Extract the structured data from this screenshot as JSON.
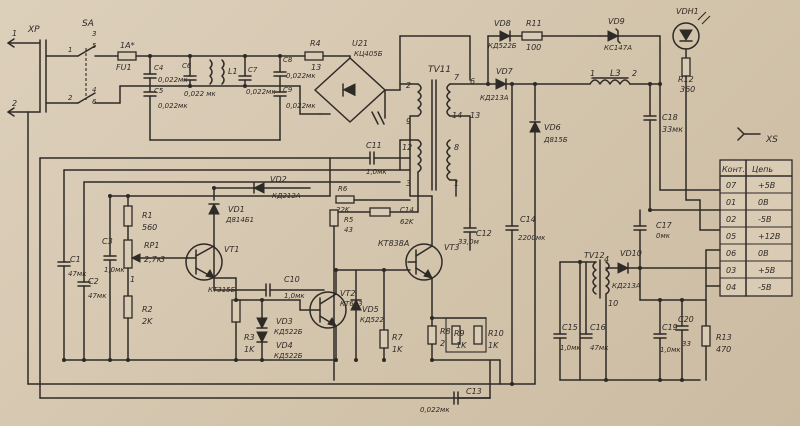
{
  "connectors": {
    "xp": "XP",
    "xs": "XS",
    "sa": "SA"
  },
  "pins": {
    "p1": "1",
    "p2": "2",
    "sa1": "1",
    "sa2": "2",
    "sa3": "3",
    "sa4": "4",
    "sa5": "5",
    "sa6": "6"
  },
  "components": {
    "fu1": {
      "ref": "FU1",
      "value": "1A*"
    },
    "c4": {
      "ref": "C4",
      "value": "0,022мк"
    },
    "c5": {
      "ref": "C5",
      "value": "0,022мк"
    },
    "c6": {
      "ref": "C6",
      "value": "0,022 мк"
    },
    "l1": {
      "ref": "L1"
    },
    "c7": {
      "ref": "C7",
      "value": "0,022мк"
    },
    "c8": {
      "ref": "C8",
      "value": "0,022мк"
    },
    "c9": {
      "ref": "C9",
      "value": "0,022мк"
    },
    "r4": {
      "ref": "R4",
      "value": "13"
    },
    "u21": {
      "ref": "U21",
      "value": "КЦ405Б"
    },
    "tv11": {
      "ref": "TV11"
    },
    "vd8": {
      "ref": "VD8",
      "value": "КД522Б"
    },
    "r11": {
      "ref": "R11",
      "value": "100"
    },
    "vd9": {
      "ref": "VD9",
      "value": "КС147А"
    },
    "vd7": {
      "ref": "VD7",
      "value": "КД213А"
    },
    "vdh1": {
      "ref": "VDH1"
    },
    "r12": {
      "ref": "R12",
      "value": "360"
    },
    "l3": {
      "ref": "L3"
    },
    "c18": {
      "ref": "C18",
      "value": "33мк"
    },
    "vd6": {
      "ref": "VD6",
      "value": "Д815Б"
    },
    "c11": {
      "ref": "C11",
      "value": "1,0мк"
    },
    "vd2": {
      "ref": "VD2",
      "value": "КД212А"
    },
    "r1": {
      "ref": "R1",
      "value": "560"
    },
    "vd1": {
      "ref": "VD1",
      "value": "Д814Б1"
    },
    "r6": {
      "ref": "R6",
      "value": "22K"
    },
    "r5": {
      "ref": "R5",
      "value": "43"
    },
    "c14": {
      "ref": "C14",
      "value": "62K"
    },
    "c12": {
      "ref": "C12",
      "value": "33,0м"
    },
    "c14b": {
      "ref": "C14",
      "value": "2200мк"
    },
    "c17": {
      "ref": "C17",
      "value": "0мк"
    },
    "vt1": {
      "ref": "VT1",
      "value": "КТ315Б"
    },
    "rp1": {
      "ref": "RP1",
      "value": "2,7к"
    },
    "c3": {
      "ref": "C3",
      "value": "1,0мк"
    },
    "c1": {
      "ref": "C1",
      "value": "47мк"
    },
    "c2": {
      "ref": "C2",
      "value": "47мк"
    },
    "r2": {
      "ref": "R2",
      "value": "2K"
    },
    "vt3": {
      "ref": "VT3",
      "value": "КТ838А"
    },
    "c10": {
      "ref": "C10",
      "value": "1,0мк"
    },
    "vt2": {
      "ref": "VT2",
      "value": "КТ683"
    },
    "vd5": {
      "ref": "VD5",
      "value": "КД522"
    },
    "r3": {
      "ref": "R3",
      "value": "1K"
    },
    "vd3": {
      "ref": "VD3",
      "value": "КД522Б"
    },
    "vd4": {
      "ref": "VD4",
      "value": "КД522Б"
    },
    "r7": {
      "ref": "R7",
      "value": "1K"
    },
    "r8": {
      "ref": "R8",
      "value": "2"
    },
    "r9": {
      "ref": "R9",
      "value": "1K"
    },
    "r10": {
      "ref": "R10",
      "value": "1K"
    },
    "c13": {
      "ref": "C13",
      "value": "0,022мк"
    },
    "tv12": {
      "ref": "TV12"
    },
    "vd10": {
      "ref": "VD10",
      "value": "КД213А"
    },
    "c15": {
      "ref": "C15",
      "value": "1,0мк"
    },
    "c16": {
      "ref": "C16",
      "value": "47мк"
    },
    "c19": {
      "ref": "C19",
      "value": "1,0мк"
    },
    "c20": {
      "ref": "C20",
      "value": "33"
    },
    "r13": {
      "ref": "R13",
      "value": "470"
    }
  },
  "winding_pins": {
    "w2": "2",
    "w9": "9",
    "w12": "12",
    "w3": "3",
    "w7": "7",
    "w8": "8",
    "w1": "1",
    "w14": "14",
    "w13": "13",
    "w6": "6",
    "wl1": "1",
    "wl2": "2",
    "t4": "4",
    "t10": "10",
    "rp3": "3",
    "rp1": "1"
  },
  "table": {
    "header": [
      "Конт.",
      "Цепь"
    ],
    "rows": [
      [
        "07",
        "+5В"
      ],
      [
        "01",
        "0В"
      ],
      [
        "02",
        "-5В"
      ],
      [
        "05",
        "+12В"
      ],
      [
        "06",
        "0В"
      ],
      [
        "03",
        "+5В"
      ],
      [
        "04",
        "-5В"
      ]
    ]
  }
}
